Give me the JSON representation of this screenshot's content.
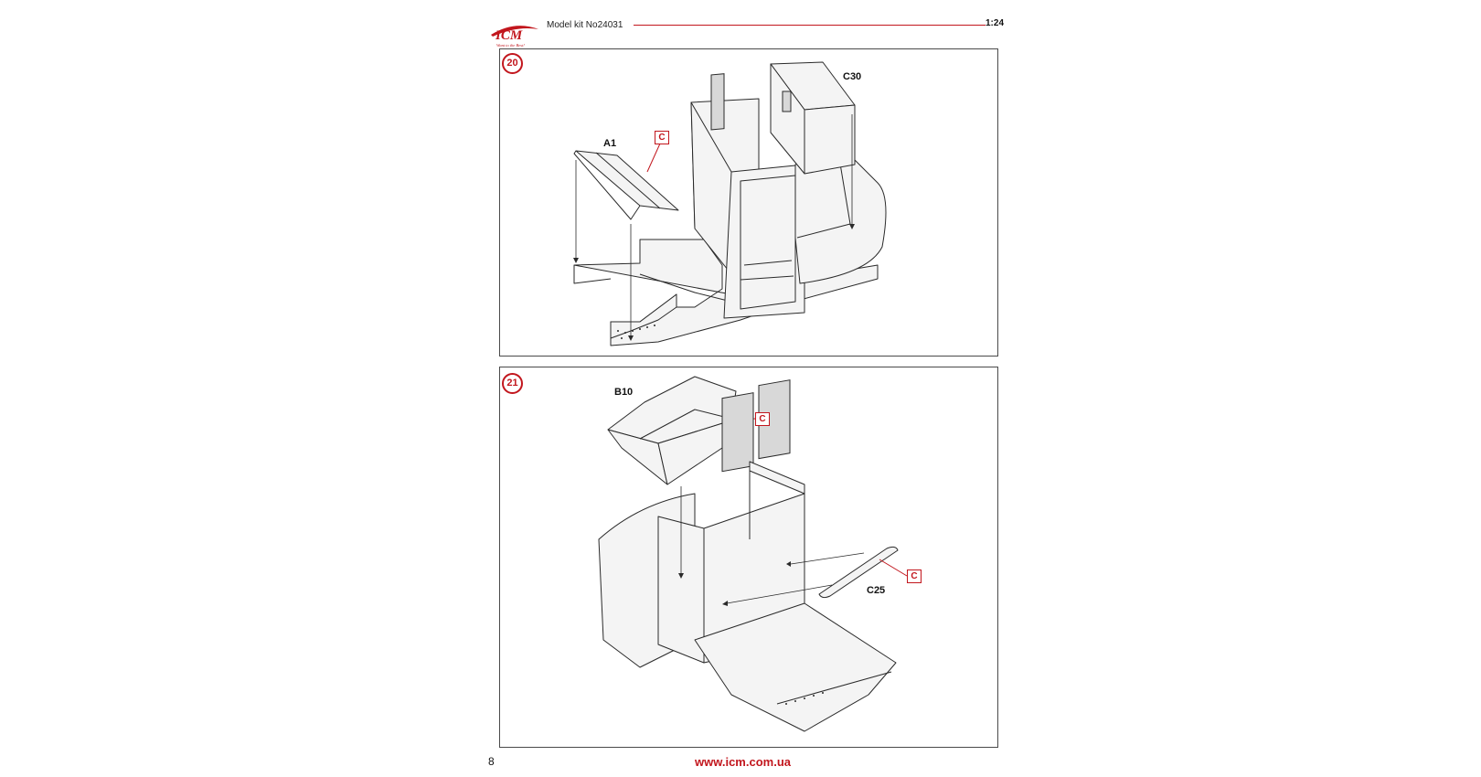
{
  "header": {
    "brand": "ICM",
    "tagline": "Want to the Best!",
    "title": "Model kit No24031",
    "scale": "1:24"
  },
  "colors": {
    "accent": "#c2161d",
    "line": "#2a2a2a"
  },
  "steps": [
    {
      "number": "20",
      "parts": [
        "A1",
        "C30"
      ],
      "paint_code": "C"
    },
    {
      "number": "21",
      "parts": [
        "B10",
        "C25"
      ],
      "paint_code": "C"
    }
  ],
  "footer": {
    "page_number": "8",
    "website": "www.icm.com.ua"
  }
}
